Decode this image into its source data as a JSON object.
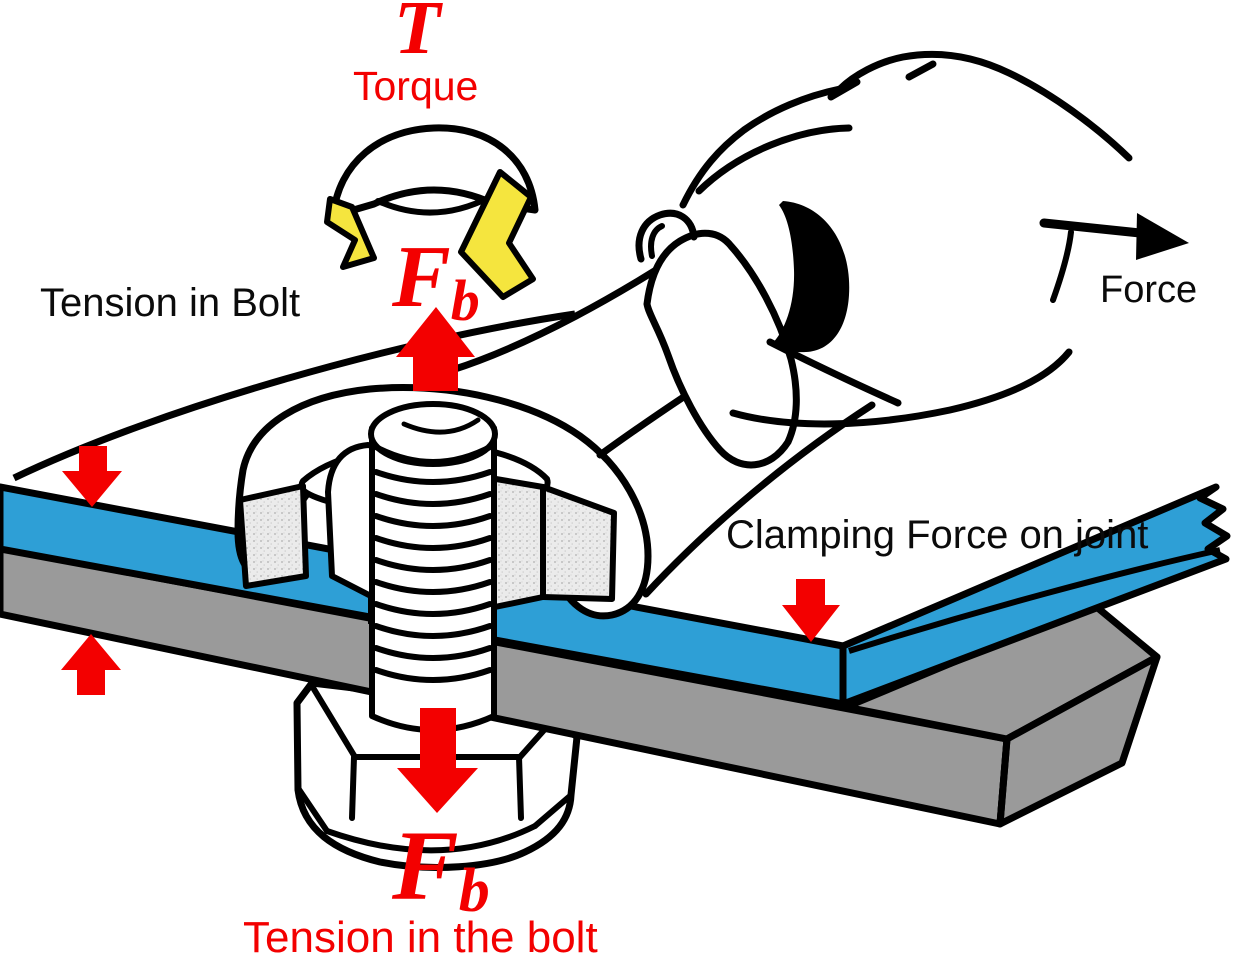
{
  "figure": {
    "torque": {
      "symbol": "T",
      "label": "Torque"
    },
    "tension_top": {
      "symbol": "F",
      "subscript": "b",
      "label": "Tension in Bolt"
    },
    "force": {
      "label": "Force"
    },
    "clamping": {
      "label": "Clamping Force on joint"
    },
    "tension_bottom": {
      "symbol": "F",
      "subscript": "b",
      "label": "Tension in the bolt"
    },
    "arrows": [
      {
        "name": "torque-rotation-ribbon",
        "direction": "counterclockwise",
        "color": "yellow"
      },
      {
        "name": "bolt-tension-up-arrow",
        "direction": "up",
        "color": "red"
      },
      {
        "name": "clamping-down-arrow-left",
        "direction": "down",
        "color": "red"
      },
      {
        "name": "clamping-up-arrow-left",
        "direction": "up",
        "color": "red"
      },
      {
        "name": "clamping-down-arrow-right",
        "direction": "down",
        "color": "red"
      },
      {
        "name": "bolt-tension-down-arrow",
        "direction": "down",
        "color": "red"
      },
      {
        "name": "applied-force-arrow",
        "direction": "right",
        "color": "black"
      }
    ],
    "colors": {
      "red": "#F30000",
      "yellow": "#F5E53E",
      "plate_blue": "#2E9FD6",
      "plate_gray": "#9A9A9A",
      "line_black": "#000000"
    }
  }
}
